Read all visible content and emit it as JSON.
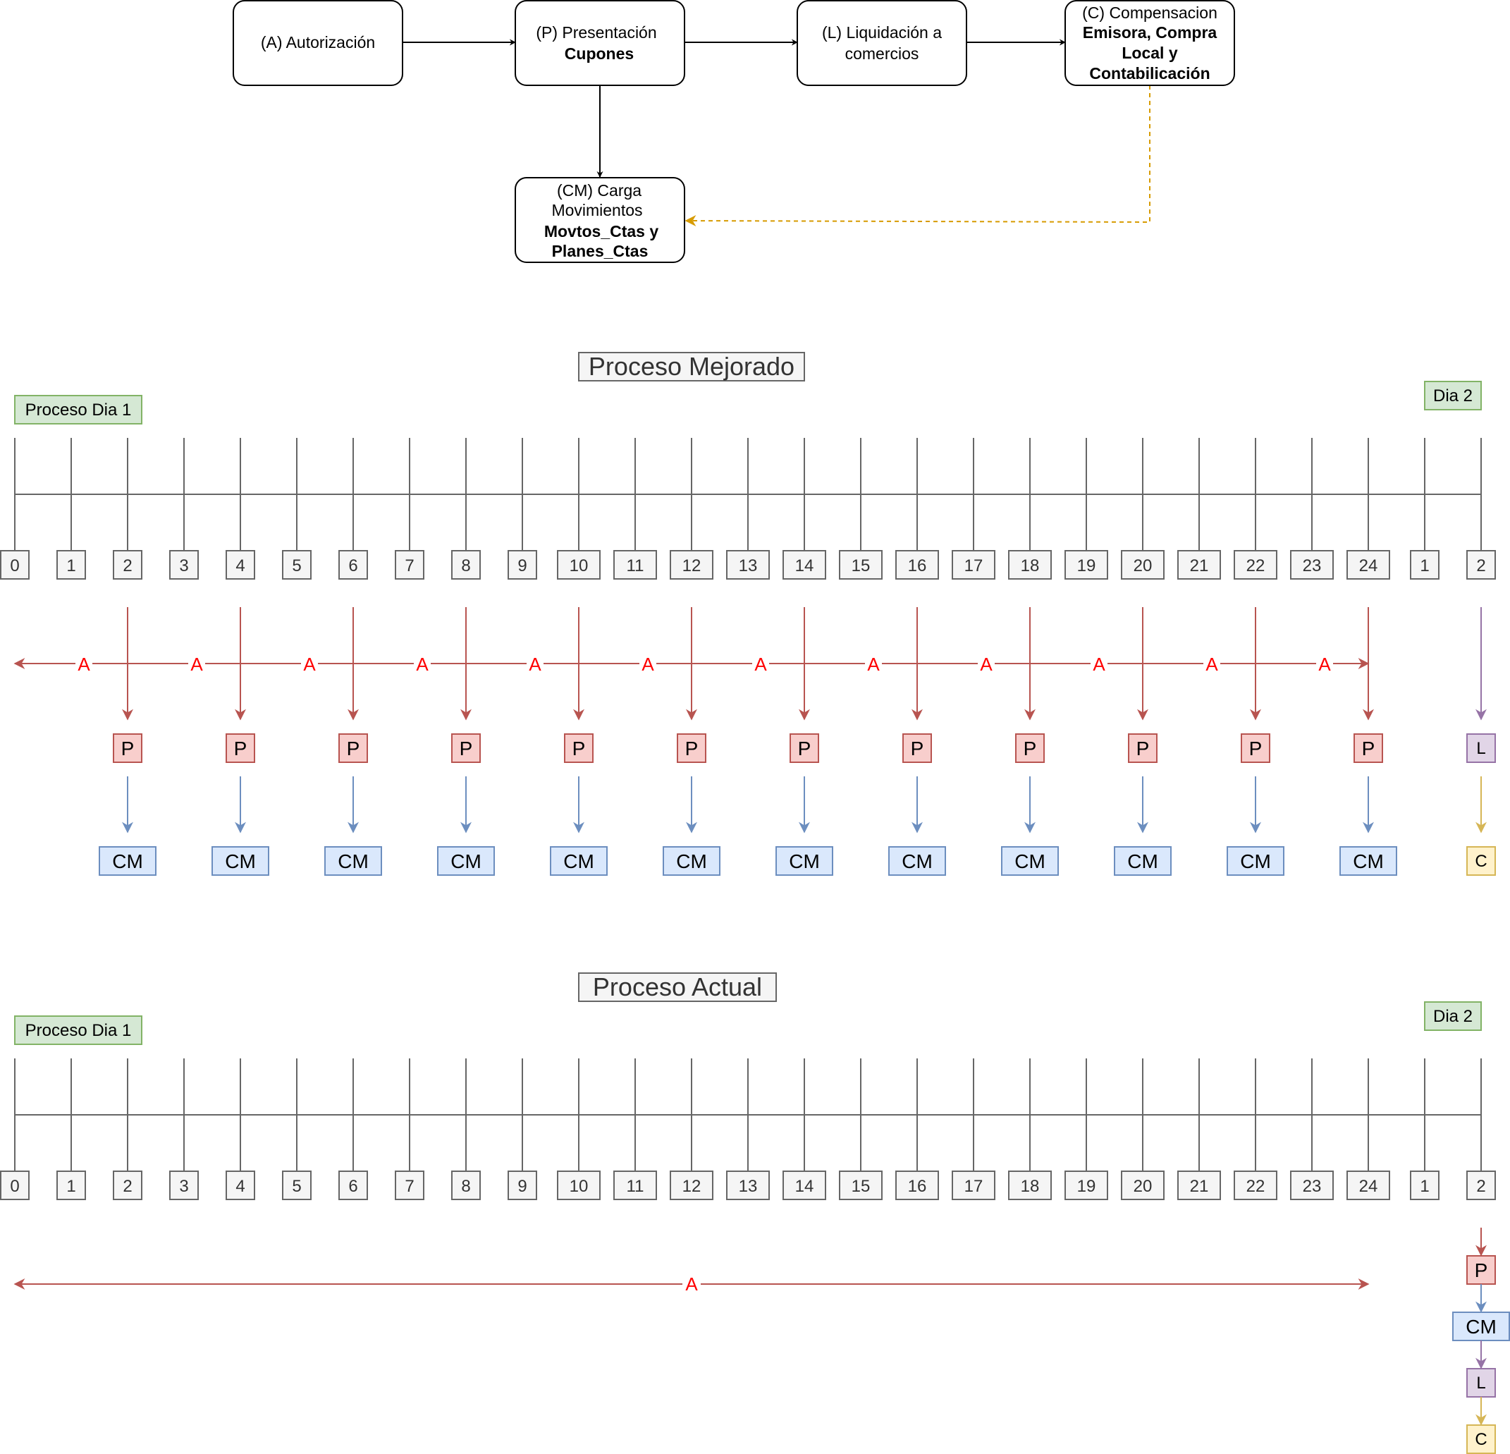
{
  "flow": {
    "autorizacion": {
      "line1": "(A) Autorización"
    },
    "presentacion": {
      "line1": "(P) Presentación",
      "bold1": "Cupones"
    },
    "liquidacion": {
      "line1": "(L) Liquidación a",
      "line2": "comercios"
    },
    "compensacion": {
      "line1": "(C) Compensacion",
      "bold1": "Emisora, Compra",
      "bold2": "Local y",
      "bold3": "Contabilicación"
    },
    "carga": {
      "line1": "(CM) Carga",
      "line2": "Movimientos",
      "bold1": "Movtos_Ctas y",
      "bold2": "Planes_Ctas"
    }
  },
  "hours": [
    "0",
    "1",
    "2",
    "3",
    "4",
    "5",
    "6",
    "7",
    "8",
    "9",
    "10",
    "11",
    "12",
    "13",
    "14",
    "15",
    "16",
    "17",
    "18",
    "19",
    "20",
    "21",
    "22",
    "23",
    "24",
    "1",
    "2"
  ],
  "mejorado": {
    "title": "Proceso Mejorado",
    "day1": "Proceso Dia 1",
    "day2": "Dia 2",
    "a_label": "A",
    "p_label": "P",
    "cm_label": "CM",
    "l_label": "L",
    "c_label": "C",
    "p_hours": [
      2,
      4,
      6,
      8,
      10,
      12,
      14,
      16,
      18,
      20,
      22,
      24
    ]
  },
  "actual": {
    "title": "Proceso Actual",
    "day1": "Proceso Dia 1",
    "day2": "Dia 2",
    "a_label": "A",
    "p_label": "P",
    "cm_label": "CM",
    "l_label": "L",
    "c_label": "C"
  },
  "colors": {
    "red_stroke": "#b85450",
    "red_fill": "#f8cecc",
    "blue_stroke": "#6c8ebf",
    "blue_fill": "#dae8fc",
    "purple_stroke": "#9673a6",
    "purple_fill": "#e1d5e7",
    "yellow_stroke": "#d6b656",
    "yellow_fill": "#fff2cc",
    "green_stroke": "#82b366",
    "green_fill": "#d5e8d4",
    "orange_dash": "#d79b00",
    "grey": "#666666"
  }
}
